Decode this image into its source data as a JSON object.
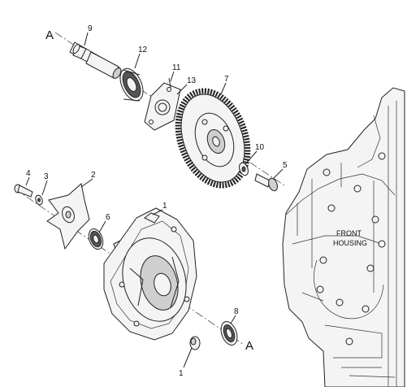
{
  "diagram": {
    "axis_labels": {
      "top": "A",
      "bottom": "A"
    },
    "housing_label": {
      "line1": "FRONT",
      "line2": "HOUSING"
    },
    "callouts": {
      "c1_housing": "1",
      "c1_pin": "1",
      "c2": "2",
      "c3": "3",
      "c4": "4",
      "c5": "5",
      "c6": "6",
      "c7": "7",
      "c8": "8",
      "c9": "9",
      "c10": "10",
      "c11": "11",
      "c12": "12",
      "c13": "13"
    }
  }
}
